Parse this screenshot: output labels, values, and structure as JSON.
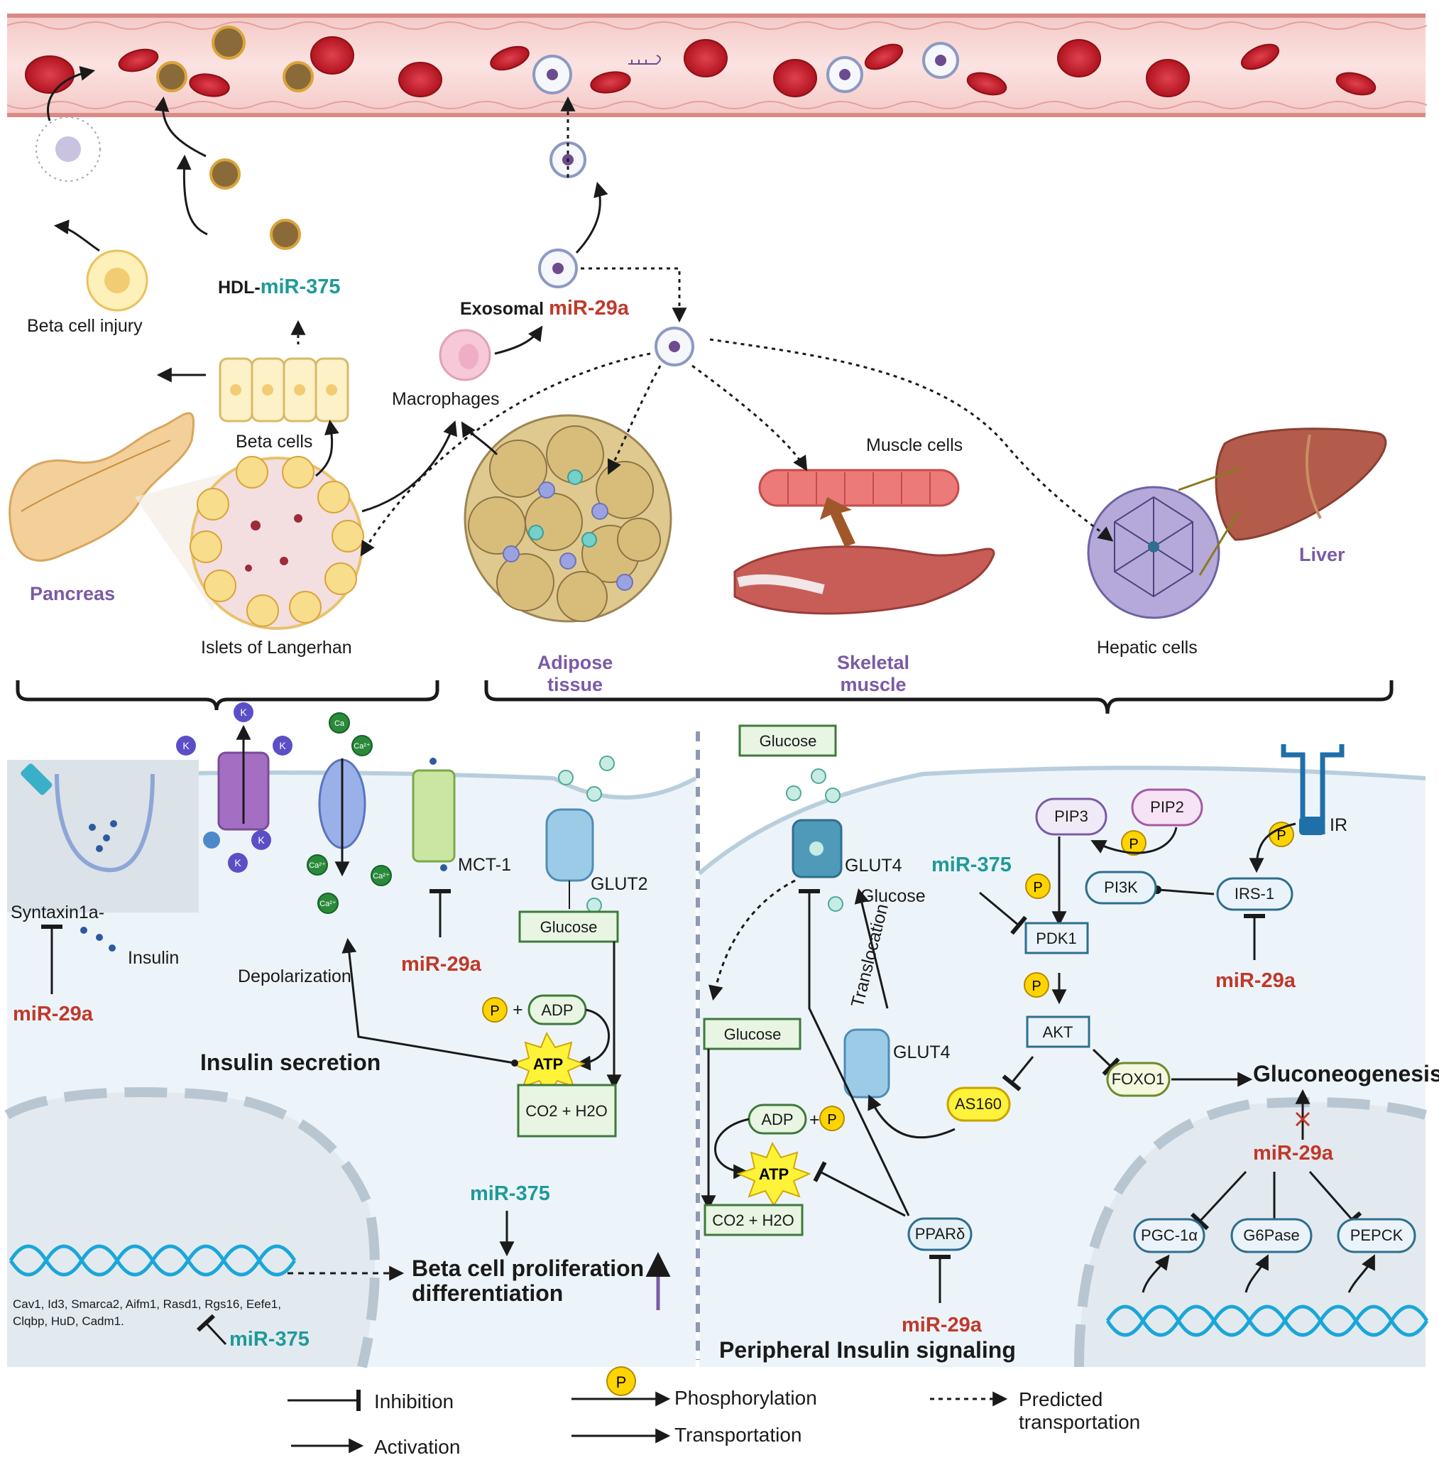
{
  "top": {
    "hdl_prefix": "HDL-",
    "hdl_mir": "miR-375",
    "exosomal_prefix": "Exosomal ",
    "exosomal_mir": "miR-29a",
    "beta_cell_injury": "Beta cell injury",
    "beta_cells": "Beta cells",
    "macrophages": "Macrophages",
    "muscle_cells": "Muscle cells",
    "pancreas": "Pancreas",
    "islets": "Islets of Langerhan",
    "adipose": [
      "Adipose",
      "tissue"
    ],
    "skeletal": [
      "Skeletal",
      "muscle"
    ],
    "hepatic": "Hepatic cells",
    "liver": "Liver"
  },
  "left_panel": {
    "ions": {
      "k": "K",
      "ca": "Ca²⁺",
      "ca_short": "Ca"
    },
    "syntaxin": "Syntaxin1a-",
    "insulin": "Insulin",
    "depolarization": "Depolarization",
    "mct1": "MCT-1",
    "glut2": "GLUT2",
    "glucose": "Glucose",
    "p": "P",
    "plus": "+",
    "adp": "ADP",
    "atp": "ATP",
    "co2": "CO2 + H2O",
    "insulin_secretion": "Insulin secretion",
    "mir29a": "miR-29a",
    "mir375": "miR-375",
    "beta_prolif": [
      "Beta cell proliferation &",
      "differentiation"
    ],
    "genes": [
      "Cav1, Id3, Smarca2, Aifm1, Rasd1, Rgs16, Eefe1,",
      "Clqbp, HuD, Cadm1."
    ]
  },
  "right_panel": {
    "glucose_top": "Glucose",
    "glut4": "GLUT4",
    "glucose_mid": "Glucose",
    "translocation": "Translocation",
    "glucose_box": "Glucose",
    "adp": "ADP",
    "plus": "+",
    "p": "P",
    "atp": "ATP",
    "co2": "CO2 + H2O",
    "ppard": "PPARδ",
    "mir29a": "miR-29a",
    "mir375": "miR-375",
    "pip3": "PIP3",
    "pip2": "PIP2",
    "pi3k": "PI3K",
    "irs1": "IRS-1",
    "ir": "IR",
    "pdk1": "PDK1",
    "akt": "AKT",
    "as160": "AS160",
    "foxo1": "FOXO1",
    "gluconeogenesis": "Gluconeogenesis",
    "pgc": "PGC-1α",
    "g6pase": "G6Pase",
    "pepck": "PEPCK",
    "title": "Peripheral Insulin signaling"
  },
  "legend": {
    "inhibition": "Inhibition",
    "activation": "Activation",
    "phosphorylation": "Phosphorylation",
    "transportation": "Transportation",
    "predicted": [
      "Predicted",
      "transportation"
    ],
    "p": "P"
  },
  "colors": {
    "vessel": "#f7d6d4",
    "rbc": "#c91f2e",
    "teal": "#1f9a9a",
    "red": "#c0392b",
    "purple": "#7a5aa6",
    "box_green_fill": "#e8f5e3",
    "box_green_stroke": "#3e7a3a",
    "box_blue_stroke": "#2f6e8f",
    "cell_bg": "#eef4f9",
    "nucleus_bg": "#e3eaef",
    "p_yellow": "#ffd400"
  }
}
